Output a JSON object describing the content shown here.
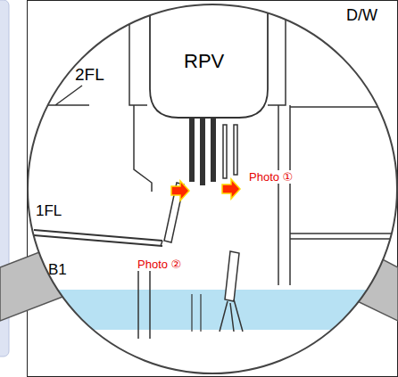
{
  "diagram": {
    "labels": [
      "D/W",
      "2FL",
      "RPV",
      "1FL",
      "B1",
      "Photo ①",
      "Photo ②"
    ]
  }
}
